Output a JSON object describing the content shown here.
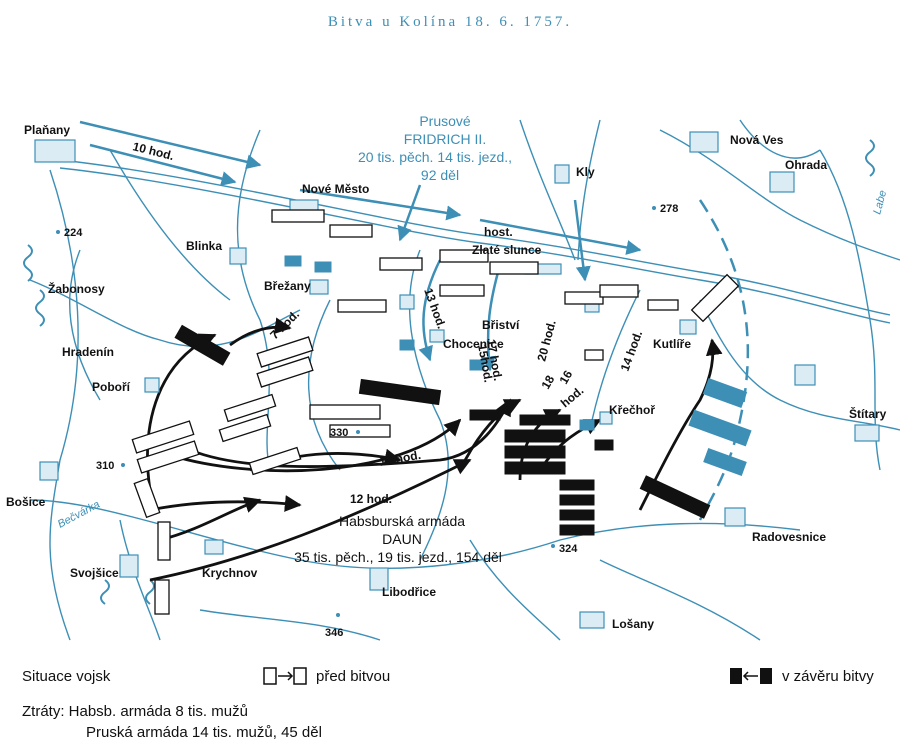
{
  "title": "Bitva u Kolína 18. 6. 1757.",
  "colors": {
    "terrain": "#3d8fb6",
    "text": "#111111",
    "background": "#ffffff"
  },
  "prussian_label": {
    "line1": "Prusové",
    "line2": "FRIDRICH II.",
    "line3": "20 tis. pěch. 14 tis. jezd.,",
    "line4": "92 děl"
  },
  "habsburg_label": {
    "line1": "Habsburská armáda",
    "line2": "DAUN",
    "line3": "35 tis. pěch., 19 tis. jezd., 154 děl"
  },
  "places": {
    "planany": "Plaňany",
    "nove_mesto": "Nové Město",
    "kly": "Kly",
    "nova_ves": "Nová Ves",
    "ohrada": "Ohrada",
    "labe": "Labe",
    "blinka": "Blinka",
    "brezany": "Břežany",
    "zlate_slunce_1": "host.",
    "zlate_slunce_2": "Zlaté slunce",
    "zabonosy": "Žabonosy",
    "hradenin": "Hradenín",
    "chocenice": "Chocenice",
    "bristvi": "Břiství",
    "kutlire": "Kutlíře",
    "pobori": "Poboří",
    "krechor": "Křečhoř",
    "stitary": "Štítary",
    "bosice": "Bošice",
    "becvarka": "Bečvárka",
    "radovesnice": "Radovesnice",
    "svojsice": "Svojšice",
    "krychnov": "Krychnov",
    "libodrice": "Libodřice",
    "losany": "Lošany"
  },
  "elevations": {
    "e224": "224",
    "e278": "278",
    "e310": "310",
    "e330": "330",
    "e324": "324",
    "e346": "346"
  },
  "times": {
    "t10": "10 hod.",
    "t7": "7 hod.",
    "t13": "13 hod.",
    "t17": "17 hod.",
    "t15": "15hod.",
    "t20": "20 hod.",
    "t18": "18",
    "t16a": "16",
    "t16b": "hod.",
    "t14": "14 hod.",
    "t16hod": "16 hod.",
    "t12": "12 hod."
  },
  "legend": {
    "situace": "Situace vojsk",
    "pred": "před bitvou",
    "zaver": "v závěru bitvy",
    "ztraty_1": "Ztráty: Habsb. armáda 8 tis. mužů",
    "ztraty_2": "Pruská armáda 14 tis. mužů, 45 děl"
  }
}
